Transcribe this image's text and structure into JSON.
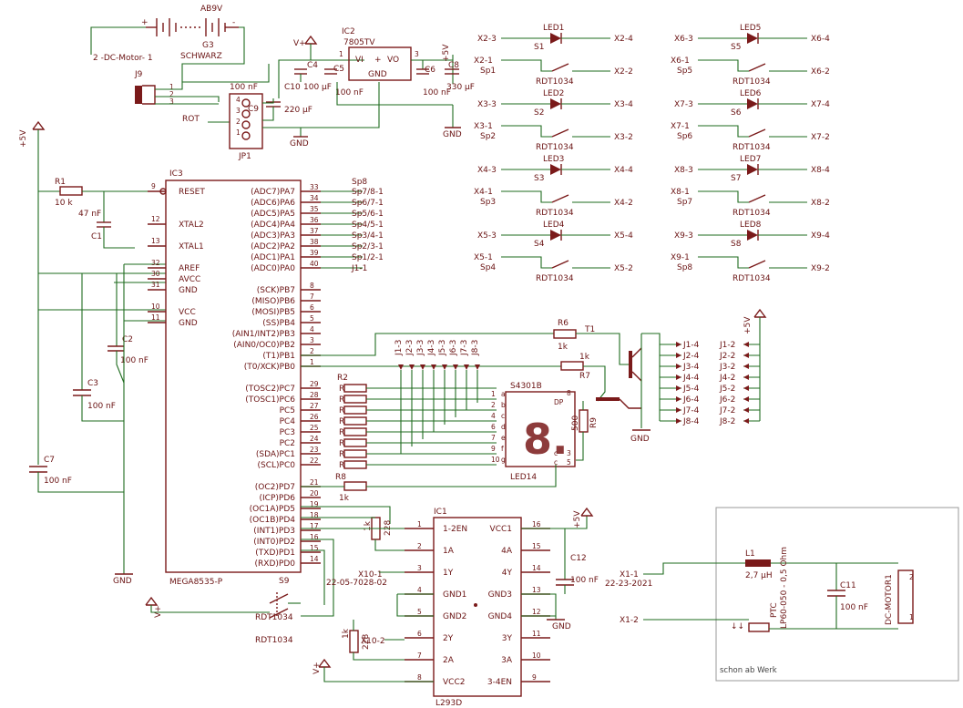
{
  "battery": {
    "name": "AB9V",
    "ref": "G3"
  },
  "dc_motor_label": "2 -DC-Motor- 1",
  "wire_black": "SCHWARZ",
  "wire_red": "ROT",
  "jack": {
    "ref": "J9",
    "pins": [
      "1",
      "2",
      "3"
    ]
  },
  "jp1": {
    "ref": "JP1",
    "pins": [
      "4",
      "3",
      "2",
      "1"
    ]
  },
  "c9": {
    "ref": "C9",
    "value": "100 nF"
  },
  "c10": {
    "ref": "C10",
    "value": "100 µF"
  },
  "c220": "220 µF",
  "c4": "C4",
  "c5": {
    "ref": "C5",
    "value": "100 nF"
  },
  "c6": {
    "ref": "C6",
    "value": "100 nF"
  },
  "c8": {
    "ref": "C8",
    "value": "330 µF"
  },
  "reg": {
    "ref": "IC2",
    "name": "7805TV",
    "vi": "VI",
    "vo": "VO",
    "gnd": "GND",
    "plus": "+",
    "pin1": "1",
    "pin3": "3"
  },
  "power": {
    "v5": "+5V",
    "vplus": "V+",
    "gnd": "GND"
  },
  "r1": {
    "ref": "R1",
    "value": "10 k"
  },
  "c1": {
    "ref": "C1",
    "value": "47 nF"
  },
  "c2": {
    "ref": "C2",
    "value": "100 nF"
  },
  "c3": {
    "ref": "C3",
    "value": "100 nF"
  },
  "c7": {
    "ref": "C7",
    "value": "100 nF"
  },
  "mcu": {
    "ref": "IC3",
    "name": "MEGA8535-P",
    "left": [
      [
        "9",
        "RESET"
      ],
      [
        "12",
        "XTAL2"
      ],
      [
        "13",
        "XTAL1"
      ],
      [
        "32",
        "AREF"
      ],
      [
        "30",
        "AVCC"
      ],
      [
        "31",
        "GND"
      ],
      [
        "10",
        "VCC"
      ],
      [
        "11",
        "GND"
      ]
    ],
    "right_top": [
      [
        "33",
        "(ADC7)PA7"
      ],
      [
        "34",
        "(ADC6)PA6"
      ],
      [
        "35",
        "(ADC5)PA5"
      ],
      [
        "36",
        "(ADC4)PA4"
      ],
      [
        "37",
        "(ADC3)PA3"
      ],
      [
        "38",
        "(ADC2)PA2"
      ],
      [
        "39",
        "(ADC1)PA1"
      ],
      [
        "40",
        "(ADC0)PA0"
      ]
    ],
    "right_pb": [
      [
        "8",
        "(SCK)PB7"
      ],
      [
        "7",
        "(MISO)PB6"
      ],
      [
        "6",
        "(MOSI)PB5"
      ],
      [
        "5",
        "(SS)PB4"
      ],
      [
        "4",
        "(AIN1/INT2)PB3"
      ],
      [
        "3",
        "(AIN0/OC0)PB2"
      ],
      [
        "2",
        "(T1)PB1"
      ],
      [
        "1",
        "(T0/XCK)PB0"
      ]
    ],
    "right_pc": [
      [
        "29",
        "(TOSC2)PC7"
      ],
      [
        "28",
        "(TOSC1)PC6"
      ],
      [
        "27",
        "PC5"
      ],
      [
        "26",
        "PC4"
      ],
      [
        "25",
        "PC3"
      ],
      [
        "24",
        "PC2"
      ],
      [
        "23",
        "(SDA)PC1"
      ],
      [
        "22",
        "(SCL)PC0"
      ]
    ],
    "right_pd": [
      [
        "21",
        "(OC2)PD7"
      ],
      [
        "20",
        "(ICP)PD6"
      ],
      [
        "19",
        "(OC1A)PD5"
      ],
      [
        "18",
        "(OC1B)PD4"
      ],
      [
        "17",
        "(INT1)PD3"
      ],
      [
        "16",
        "(INT0)PD2"
      ],
      [
        "15",
        "(TXD)PD1"
      ],
      [
        "14",
        "(RXD)PD0"
      ]
    ]
  },
  "sp8": "Sp8",
  "pa_nets": [
    "Sp7/8-1",
    "Sp6/7-1",
    "Sp5/6-1",
    "Sp4/5-1",
    "Sp3/4-1",
    "Sp2/3-1",
    "Sp1/2-1",
    "J1-1"
  ],
  "leds_left": [
    {
      "led": "LED1",
      "sw": "S1",
      "xa": "X2-3",
      "xb": "X2-4",
      "xc": "X2-1",
      "xd": "X2-2",
      "sp": "Sp1"
    },
    {
      "led": "LED2",
      "sw": "S2",
      "xa": "X3-3",
      "xb": "X3-4",
      "xc": "X3-1",
      "xd": "X3-2",
      "sp": "Sp2"
    },
    {
      "led": "LED3",
      "sw": "S3",
      "xa": "X4-3",
      "xb": "X4-4",
      "xc": "X4-1",
      "xd": "X4-2",
      "sp": "Sp3"
    },
    {
      "led": "LED4",
      "sw": "S4",
      "xa": "X5-3",
      "xb": "X5-4",
      "xc": "X5-1",
      "xd": "X5-2",
      "sp": "Sp4"
    }
  ],
  "leds_right": [
    {
      "led": "LED5",
      "sw": "S5",
      "xa": "X6-3",
      "xb": "X6-4",
      "xc": "X6-1",
      "xd": "X6-2",
      "sp": "Sp5"
    },
    {
      "led": "LED6",
      "sw": "S6",
      "xa": "X7-3",
      "xb": "X7-4",
      "xc": "X7-1",
      "xd": "X7-2",
      "sp": "Sp6"
    },
    {
      "led": "LED7",
      "sw": "S7",
      "xa": "X8-3",
      "xb": "X8-4",
      "xc": "X8-1",
      "xd": "X8-2",
      "sp": "Sp7"
    },
    {
      "led": "LED8",
      "sw": "S8",
      "xa": "X9-3",
      "xb": "X9-4",
      "xc": "X9-1",
      "xd": "X9-2",
      "sp": "Sp8"
    }
  ],
  "switch_type": "RDT1034",
  "r2": "R2",
  "r6": {
    "ref": "R6",
    "value": "1k"
  },
  "r7": {
    "ref": "R7",
    "value": "1k"
  },
  "t1": "T1",
  "r9": {
    "ref": "R9",
    "value": "500"
  },
  "r8": {
    "ref": "R8",
    "value": "1k"
  },
  "seg": {
    "ref": "S4301B",
    "led": "LED14",
    "digit": "8.",
    "pins": [
      "1",
      "2",
      "4",
      "6",
      "7",
      "9",
      "10",
      "8",
      "3",
      "5"
    ],
    "letters": [
      "a",
      "b",
      "c",
      "d",
      "e",
      "f",
      "g",
      "DP",
      "c",
      "c"
    ]
  },
  "j3_labels": [
    "J1-3",
    "J2-3",
    "J3-3",
    "J4-3",
    "J5-3",
    "J6-3",
    "J7-3",
    "J8-3"
  ],
  "j4_labels": [
    "J1-4",
    "J2-4",
    "J3-4",
    "J4-4",
    "J5-4",
    "J6-4",
    "J7-4",
    "J8-4"
  ],
  "j2_labels": [
    "J1-2",
    "J2-2",
    "J3-2",
    "J4-2",
    "J5-2",
    "J6-2",
    "J7-2",
    "J8-2"
  ],
  "r_1k": "1k",
  "r_228": "228",
  "x10": "X10-1",
  "x10b": "22-05-7028-02",
  "x10c": "X10-2",
  "s9": {
    "ref": "S9",
    "type": "RDT1034",
    "type2": "RDT1034"
  },
  "l293": {
    "ref": "IC1",
    "name": "L293D",
    "left": [
      [
        "1",
        "1-2EN"
      ],
      [
        "2",
        "1A"
      ],
      [
        "3",
        "1Y"
      ],
      [
        "4",
        "GND1"
      ],
      [
        "5",
        "GND2"
      ],
      [
        "6",
        "2Y"
      ],
      [
        "7",
        "2A"
      ],
      [
        "8",
        "VCC2"
      ]
    ],
    "right": [
      [
        "16",
        "VCC1"
      ],
      [
        "15",
        "4A"
      ],
      [
        "14",
        "4Y"
      ],
      [
        "13",
        "GND3"
      ],
      [
        "12",
        "GND4"
      ],
      [
        "11",
        "3Y"
      ],
      [
        "10",
        "3A"
      ],
      [
        "9",
        "3-4EN"
      ]
    ]
  },
  "c12": {
    "ref": "C12",
    "value": "100 nF"
  },
  "motor": {
    "x11": "X1-1",
    "x11b": "22-23-2021",
    "x12": "X1-2",
    "l1": "L1",
    "l1v": "2,7 µH",
    "ptc": "PTC",
    "ptcv": "LP60-050 - 0,5 Ohm",
    "c11": "C11",
    "c11v": "100 nF",
    "m": "DC-MOTOR1",
    "m1": "1",
    "m2": "2"
  },
  "factory_note": "schon ab Werk"
}
